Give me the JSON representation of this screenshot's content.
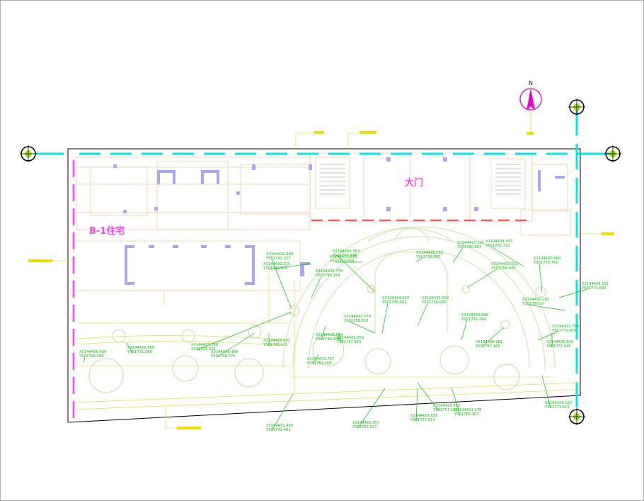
{
  "labels": {
    "building": "B-1住宅",
    "gate": "大门",
    "north": "N"
  },
  "colors": {
    "background": "#ffffff",
    "boundary": "#00e5ee",
    "pink": "#ff44ee",
    "red_dash": "#ff5a5a",
    "green": "#00c800",
    "yellow": "#dcdc00",
    "lavender": "#a8a8f0",
    "tan": "#f0c890",
    "compass": "#ee00cc"
  },
  "coord_points": [
    {
      "x": "X3144432.269",
      "y": "Y501742.327"
    },
    {
      "x": "X3144430.535",
      "y": "Y501743.613"
    },
    {
      "x": "X3144435.763",
      "y": "Y501753.535"
    },
    {
      "x": "X3144433.078",
      "y": "Y501752.034"
    },
    {
      "x": "X3144432.779",
      "y": "Y501745.354"
    },
    {
      "x": "X3144437.102",
      "y": "Y501760.665"
    },
    {
      "x": "X3144434.453",
      "y": "Y501762.722"
    },
    {
      "x": "X3144436.152",
      "y": "Y501758.087"
    },
    {
      "x": "X3144433.531",
      "y": "Y501766.436"
    },
    {
      "x": "X3144430.689",
      "y": "Y501770.761"
    },
    {
      "x": "X3144434.181",
      "y": "Y501771.680"
    },
    {
      "x": "X3144434.023",
      "y": "Y501755.943"
    },
    {
      "x": "X3144435.100",
      "y": "Y501756.036"
    },
    {
      "x": "X3144430.182",
      "y": "Y501769.37"
    },
    {
      "x": "X3144433.079",
      "y": "Y501758.616"
    },
    {
      "x": "X3144432.696",
      "y": "Y501763.164"
    },
    {
      "x": "X3144428.846",
      "y": "Y501746.299"
    },
    {
      "x": "X3144429.052",
      "y": "Y501747.425"
    },
    {
      "x": "X3144427.716",
      "y": "Y501731.033"
    },
    {
      "x": "X3144428.489",
      "y": "Y501738.776"
    },
    {
      "x": "X3144436.489",
      "y": "Y501716.299"
    },
    {
      "x": "X3144426.668",
      "y": "Y501723.268"
    },
    {
      "x": "X3144428.631",
      "y": "Y501743.471"
    },
    {
      "x": "X3144423.757",
      "y": "Y501753.268"
    },
    {
      "x": "X3144429.981",
      "y": "Y501767.165"
    },
    {
      "x": "X3144426.820",
      "y": "Y501771.446"
    },
    {
      "x": "X3144431.764",
      "y": "Y501772.976"
    },
    {
      "x": "X3144424.162",
      "y": "Y501771.615"
    },
    {
      "x": "X3144431.455",
      "y": "Y501743.461"
    },
    {
      "x": "X3144422.457",
      "y": "Y501753.027"
    },
    {
      "x": "X3144423.332",
      "y": "Y501757.168"
    },
    {
      "x": "X3144423.831",
      "y": "Y501757.814"
    },
    {
      "x": "X3144423.178",
      "y": "Y501760.307"
    }
  ]
}
